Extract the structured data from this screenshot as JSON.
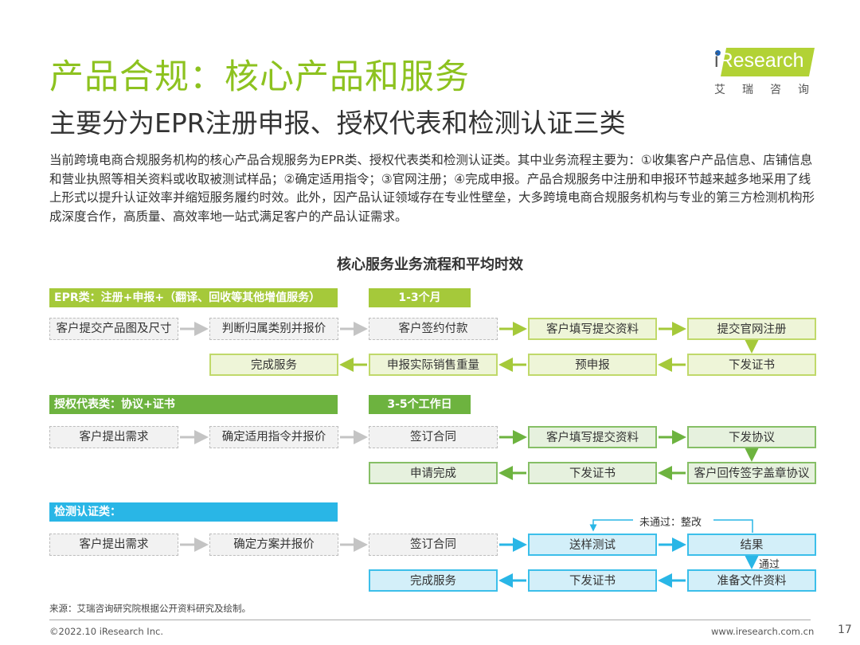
{
  "title": "产品合规：核心产品和服务",
  "subtitle": "主要分为EPR注册申报、授权代表和检测认证三类",
  "logo": {
    "text_i": "i",
    "text": "Research",
    "cn": "艾瑞咨询"
  },
  "body": "当前跨境电商合规服务机构的核心产品合规服务为EPR类、授权代表类和检测认证类。其中业务流程主要为：①收集客户产品信息、店铺信息和营业执照等相关资料或收取被测试样品；②确定适用指令；③官网注册；④完成申报。产品合规服务中注册和申报环节越来越多地采用了线上形式以提升认证效率并缩短服务履约时效。此外，因产品认证领域存在专业性壁垒，大多跨境电商合规服务机构与专业的第三方检测机构形成深度合作，高质量、高效率地一站式满足客户的产品认证需求。",
  "chart_title": "核心服务业务流程和平均时效",
  "epr": {
    "header": "EPR类：注册+申报+（翻译、回收等其他增值服务）",
    "time": "1-3个月",
    "row1": [
      "客户提交产品图及尺寸",
      "判断归属类别并报价",
      "客户签约付款",
      "客户填写提交资料",
      "提交官网注册"
    ],
    "row2": [
      "完成服务",
      "申报实际销售重量",
      "预申报",
      "下发证书"
    ]
  },
  "auth": {
    "header": "授权代表类：协议+证书",
    "time": "3-5个工作日",
    "row1": [
      "客户提出需求",
      "确定适用指令并报价",
      "签订合同",
      "客户填写提交资料",
      "下发协议"
    ],
    "row2": [
      "申请完成",
      "下发证书",
      "客户回传签字盖章协议"
    ]
  },
  "test": {
    "header": "检测认证类：",
    "row1": [
      "客户提出需求",
      "确定方案并报价",
      "签订合同",
      "送样测试",
      "结果"
    ],
    "row2": [
      "完成服务",
      "下发证书",
      "准备文件资料"
    ],
    "fail_label": "未通过：整改",
    "pass_label": "通过"
  },
  "footer": {
    "source": "来源：艾瑞咨询研究院根据公开资料研究及绘制。",
    "copyright": "©2022.10 iResearch Inc.",
    "url": "www.iresearch.com.cn",
    "page": "17"
  },
  "colors": {
    "green": "#8dc21f",
    "epr": "#a5c93a",
    "auth": "#6db33f",
    "test": "#29b6e6"
  }
}
